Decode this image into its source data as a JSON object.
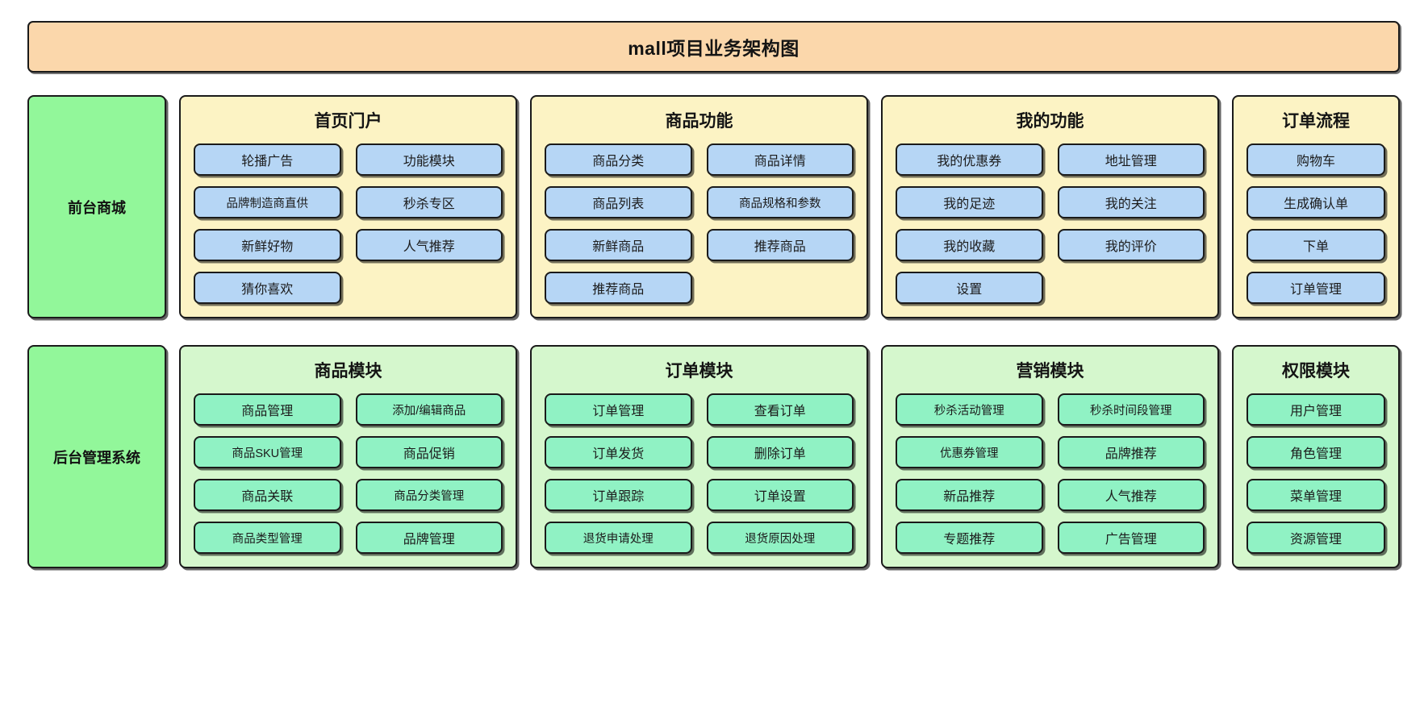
{
  "diagram": {
    "title": "mall项目业务架构图",
    "colors": {
      "title_bg": "#fbd7ab",
      "side_label_bg": "#92f79a",
      "frontend_group_bg": "#fcf3c4",
      "frontend_node_bg": "#b6d6f5",
      "backend_group_bg": "#d5f7cd",
      "backend_node_bg": "#90f2c4",
      "border": "#1a1a1a"
    },
    "rows": [
      {
        "label": "前台商城",
        "groups": [
          {
            "title": "首页门户",
            "items": [
              "轮播广告",
              "功能模块",
              "品牌制造商直供",
              "秒杀专区",
              "新鲜好物",
              "人气推荐",
              "猜你喜欢"
            ]
          },
          {
            "title": "商品功能",
            "items": [
              "商品分类",
              "商品详情",
              "商品列表",
              "商品规格和参数",
              "新鲜商品",
              "推荐商品",
              "推荐商品"
            ]
          },
          {
            "title": "我的功能",
            "items": [
              "我的优惠券",
              "地址管理",
              "我的足迹",
              "我的关注",
              "我的收藏",
              "我的评价",
              "设置"
            ]
          },
          {
            "title": "订单流程",
            "items": [
              "购物车",
              "生成确认单",
              "下单",
              "订单管理"
            ]
          }
        ]
      },
      {
        "label": "后台管理系统",
        "groups": [
          {
            "title": "商品模块",
            "items": [
              "商品管理",
              "添加/编辑商品",
              "商品SKU管理",
              "商品促销",
              "商品关联",
              "商品分类管理",
              "商品类型管理",
              "品牌管理"
            ]
          },
          {
            "title": "订单模块",
            "items": [
              "订单管理",
              "查看订单",
              "订单发货",
              "删除订单",
              "订单跟踪",
              "订单设置",
              "退货申请处理",
              "退货原因处理"
            ]
          },
          {
            "title": "营销模块",
            "items": [
              "秒杀活动管理",
              "秒杀时间段管理",
              "优惠券管理",
              "品牌推荐",
              "新品推荐",
              "人气推荐",
              "专题推荐",
              "广告管理"
            ]
          },
          {
            "title": "权限模块",
            "items": [
              "用户管理",
              "角色管理",
              "菜单管理",
              "资源管理"
            ]
          }
        ]
      }
    ]
  }
}
